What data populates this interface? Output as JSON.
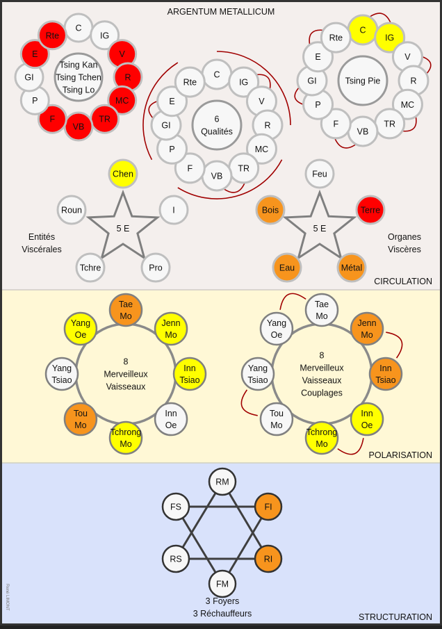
{
  "title": "ARGENTUM METALLICUM",
  "credit": "René LIMONT",
  "colors": {
    "red": "#ff0000",
    "yellow": "#ffff00",
    "orange": "#f7941d",
    "white": "#f7f7f7",
    "ring": "#bfbfbf",
    "ring_dark": "#808080",
    "arc": "#a00000",
    "bg_circulation": "#f4efed",
    "bg_polarisation": "#fff8d6",
    "bg_structuration": "#d9e2fb"
  },
  "sections": {
    "circulation": {
      "label": "CIRCULATION",
      "rings": [
        {
          "id": "tsing",
          "center_lines": [
            "Tsing Kan",
            "Tsing Tchen",
            "Tsing Lo"
          ],
          "nodes": [
            {
              "label": "C",
              "fill": "white"
            },
            {
              "label": "IG",
              "fill": "white"
            },
            {
              "label": "V",
              "fill": "red"
            },
            {
              "label": "R",
              "fill": "red"
            },
            {
              "label": "MC",
              "fill": "red"
            },
            {
              "label": "TR",
              "fill": "red"
            },
            {
              "label": "VB",
              "fill": "red"
            },
            {
              "label": "F",
              "fill": "red"
            },
            {
              "label": "P",
              "fill": "white"
            },
            {
              "label": "GI",
              "fill": "white"
            },
            {
              "label": "E",
              "fill": "red"
            },
            {
              "label": "Rte",
              "fill": "red"
            }
          ],
          "links": []
        },
        {
          "id": "qualites",
          "center_lines": [
            "6",
            "Qualités"
          ],
          "nodes": [
            {
              "label": "C",
              "fill": "white"
            },
            {
              "label": "IG",
              "fill": "white"
            },
            {
              "label": "V",
              "fill": "white"
            },
            {
              "label": "R",
              "fill": "white"
            },
            {
              "label": "MC",
              "fill": "white"
            },
            {
              "label": "TR",
              "fill": "white"
            },
            {
              "label": "VB",
              "fill": "white"
            },
            {
              "label": "F",
              "fill": "white"
            },
            {
              "label": "P",
              "fill": "white"
            },
            {
              "label": "GI",
              "fill": "white"
            },
            {
              "label": "E",
              "fill": "white"
            },
            {
              "label": "Rte",
              "fill": "white"
            }
          ],
          "links": [
            [
              "IG",
              "V"
            ],
            [
              "E",
              "GI"
            ],
            [
              "VB",
              "TR"
            ],
            [
              "C",
              "R"
            ],
            [
              "Rte",
              "P"
            ],
            [
              "F",
              "MC"
            ]
          ]
        },
        {
          "id": "tsingpie",
          "center_lines": [
            "Tsing Pie"
          ],
          "nodes": [
            {
              "label": "C",
              "fill": "yellow"
            },
            {
              "label": "IG",
              "fill": "yellow"
            },
            {
              "label": "V",
              "fill": "white"
            },
            {
              "label": "R",
              "fill": "white"
            },
            {
              "label": "MC",
              "fill": "white"
            },
            {
              "label": "TR",
              "fill": "white"
            },
            {
              "label": "VB",
              "fill": "white"
            },
            {
              "label": "F",
              "fill": "white"
            },
            {
              "label": "P",
              "fill": "white"
            },
            {
              "label": "GI",
              "fill": "white"
            },
            {
              "label": "E",
              "fill": "white"
            },
            {
              "label": "Rte",
              "fill": "white"
            }
          ],
          "links": [
            [
              "C",
              "IG"
            ],
            [
              "V",
              "R"
            ],
            [
              "MC",
              "TR"
            ],
            [
              "VB",
              "F"
            ],
            [
              "P",
              "GI"
            ],
            [
              "E",
              "Rte"
            ]
          ]
        }
      ],
      "stars": [
        {
          "id": "entites",
          "center": "5 E",
          "caption": [
            "Entités",
            "Viscérales"
          ],
          "nodes": [
            {
              "label": "Chen",
              "fill": "yellow"
            },
            {
              "label": "I",
              "fill": "white"
            },
            {
              "label": "Pro",
              "fill": "white"
            },
            {
              "label": "Tchre",
              "fill": "white"
            },
            {
              "label": "Roun",
              "fill": "white"
            }
          ]
        },
        {
          "id": "organes",
          "center": "5 E",
          "caption": [
            "Organes",
            "Viscères"
          ],
          "nodes": [
            {
              "label": "Feu",
              "fill": "white"
            },
            {
              "label": "Terre",
              "fill": "red"
            },
            {
              "label": "Métal",
              "fill": "orange"
            },
            {
              "label": "Eau",
              "fill": "orange"
            },
            {
              "label": "Bois",
              "fill": "orange"
            }
          ]
        }
      ]
    },
    "polarisation": {
      "label": "POLARISATION",
      "rings": [
        {
          "id": "mv",
          "center_lines": [
            "8",
            "Merveilleux",
            "Vaisseaux"
          ],
          "nodes": [
            {
              "lines": [
                "Tae",
                "Mo"
              ],
              "fill": "orange"
            },
            {
              "lines": [
                "Jenn",
                "Mo"
              ],
              "fill": "yellow"
            },
            {
              "lines": [
                "Inn",
                "Tsiao"
              ],
              "fill": "yellow"
            },
            {
              "lines": [
                "Inn",
                "Oe"
              ],
              "fill": "white"
            },
            {
              "lines": [
                "Tchrong",
                "Mo"
              ],
              "fill": "yellow"
            },
            {
              "lines": [
                "Tou",
                "Mo"
              ],
              "fill": "orange"
            },
            {
              "lines": [
                "Yang",
                "Tsiao"
              ],
              "fill": "white"
            },
            {
              "lines": [
                "Yang",
                "Oe"
              ],
              "fill": "yellow"
            }
          ],
          "links": []
        },
        {
          "id": "mvc",
          "center_lines": [
            "8",
            "Merveilleux",
            "Vaisseaux",
            "Couplages"
          ],
          "nodes": [
            {
              "lines": [
                "Tae",
                "Mo"
              ],
              "fill": "white"
            },
            {
              "lines": [
                "Jenn",
                "Mo"
              ],
              "fill": "orange"
            },
            {
              "lines": [
                "Inn",
                "Tsiao"
              ],
              "fill": "orange"
            },
            {
              "lines": [
                "Inn",
                "Oe"
              ],
              "fill": "yellow"
            },
            {
              "lines": [
                "Tchrong",
                "Mo"
              ],
              "fill": "yellow"
            },
            {
              "lines": [
                "Tou",
                "Mo"
              ],
              "fill": "white"
            },
            {
              "lines": [
                "Yang",
                "Tsiao"
              ],
              "fill": "white"
            },
            {
              "lines": [
                "Yang",
                "Oe"
              ],
              "fill": "white"
            }
          ],
          "links": [
            [
              0,
              7
            ],
            [
              1,
              2
            ],
            [
              3,
              4
            ],
            [
              5,
              6
            ]
          ]
        }
      ]
    },
    "structuration": {
      "label": "STRUCTURATION",
      "caption": [
        "3 Foyers",
        "3 Réchauffeurs"
      ],
      "nodes": [
        {
          "label": "RM",
          "fill": "white"
        },
        {
          "label": "FI",
          "fill": "orange"
        },
        {
          "label": "RI",
          "fill": "orange"
        },
        {
          "label": "FM",
          "fill": "white"
        },
        {
          "label": "RS",
          "fill": "white"
        },
        {
          "label": "FS",
          "fill": "white"
        }
      ]
    }
  }
}
